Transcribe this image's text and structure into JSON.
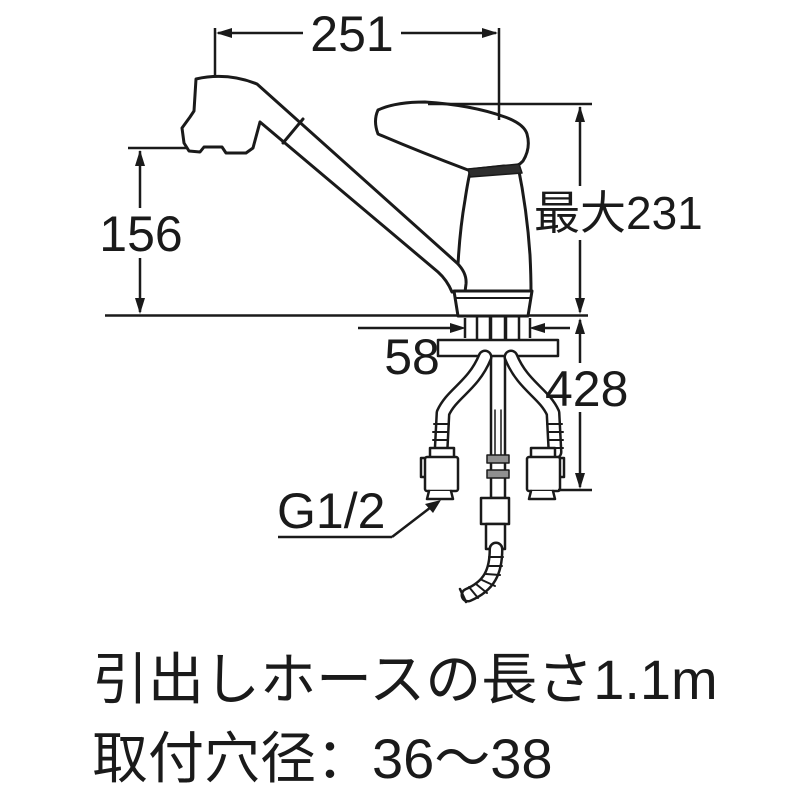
{
  "dims": {
    "width_top": "251",
    "spout_height": "156",
    "max_height": "最大231",
    "base_width": "58",
    "under_counter": "428",
    "thread_size": "G1/2"
  },
  "notes": {
    "hose_length": "引出しホースの長さ1.1m",
    "hole_diameter": "取付穴径：36〜38"
  },
  "colors": {
    "line": "#1a1a1a",
    "background": "#ffffff",
    "shade_band": "#909090",
    "cap_shadow": "#2e2e2e"
  }
}
